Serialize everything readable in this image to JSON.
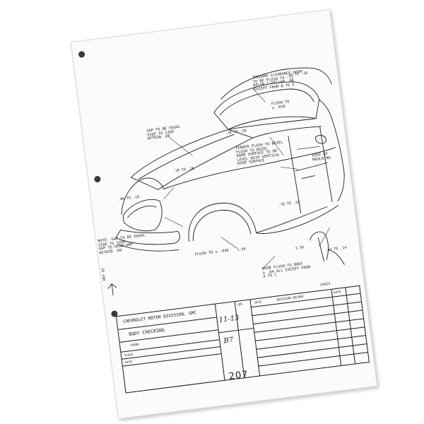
{
  "document": {
    "notes": [
      "INBOARD CLEARANCE DOOR\nTO BE FLUSH TO .12\nBELOW C-PILLAR .06\nEXCEPT FROM B TO E",
      "GAP TO BE EQUAL\nSIDE TO SIDE\nWITHIN .06",
      "FLUSH TO\n± .050",
      "FENDER FLUSH TO BEZEL\nFLUSH TO BEZEL\nDOOR SURFACE TO BE\nLEVEL WITH VERTICAL\nDOOR SURFACE",
      "EDGE OF\nMOULDING",
      "NOTE: GAP TO BE EQUAL\nSIDE TO SIDE\nGAP TO HEADLAMP\nWITHIN .06",
      "FLUSH TO ± .040",
      "DOOR FLUSH TO BODY\n± .04 ALL EXCEPT FROM\nA TO C"
    ],
    "dim_refs": [
      ".16 TO .18",
      ".18 TO .28",
      ".18 TO .28",
      ".06 TO .18",
      ".18 TO .31",
      "1.50",
      ".12 TO .14",
      "1.50",
      "19425"
    ],
    "title_block": {
      "company": "CHEVROLET MOTOR DIVISION, GMC",
      "title": "BODY CHECKING",
      "sub_label": "CPROD",
      "upc_label": "UPC",
      "date_label": "DATE",
      "rev_label": "REVISION RECORD",
      "auth_label": "AUTH",
      "handwritten_upc": "11-13",
      "handwritten_code": "B7",
      "scale_row": "SCALE",
      "drawn_row": "DATE",
      "ref_code": "REF 87"
    },
    "page_number": "207"
  }
}
